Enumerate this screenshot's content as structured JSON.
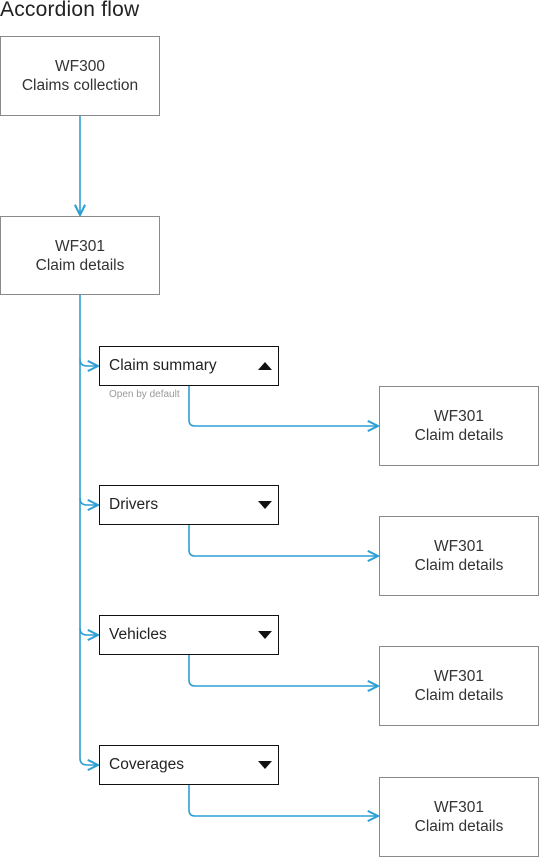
{
  "diagram": {
    "title": "Accordion flow",
    "nodes": {
      "wf300": {
        "code": "WF300",
        "name": "Claims collection"
      },
      "wf301_main": {
        "code": "WF301",
        "name": "Claim details"
      }
    },
    "accordion_sections": [
      {
        "label": "Claim summary",
        "state": "expanded",
        "caret_icon": "caret-up-icon",
        "note": "Open by default",
        "target": {
          "code": "WF301",
          "name": "Claim details"
        }
      },
      {
        "label": "Drivers",
        "state": "collapsed",
        "caret_icon": "caret-down-icon",
        "target": {
          "code": "WF301",
          "name": "Claim details"
        }
      },
      {
        "label": "Vehicles",
        "state": "collapsed",
        "caret_icon": "caret-down-icon",
        "target": {
          "code": "WF301",
          "name": "Claim details"
        }
      },
      {
        "label": "Coverages",
        "state": "collapsed",
        "caret_icon": "caret-down-icon",
        "target": {
          "code": "WF301",
          "name": "Claim details"
        }
      }
    ],
    "colors": {
      "connector": "#2e9fd3",
      "node_border": "#8a8a8a",
      "accordion_border": "#111111"
    }
  }
}
